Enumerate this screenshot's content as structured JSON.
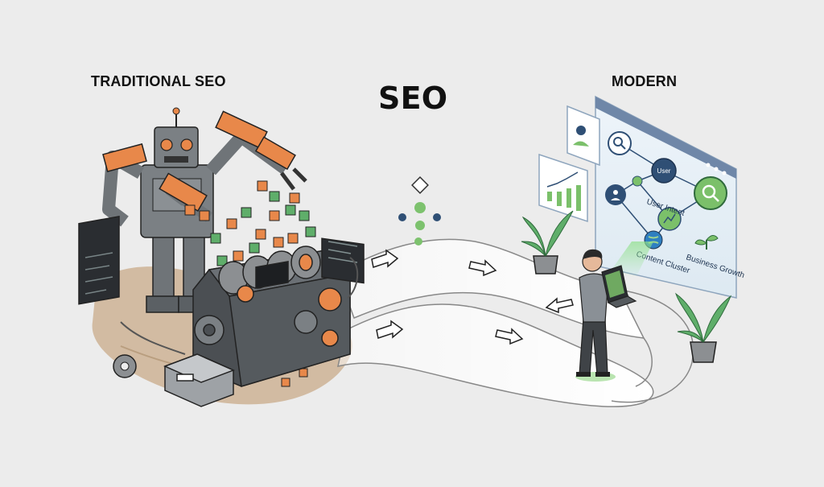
{
  "labels": {
    "left": "TRADITIONAL SEO",
    "center": "SEO",
    "right": "MODERN"
  },
  "diagram": {
    "nodes": {
      "user": "User",
      "user_intent": "User Intent",
      "content_cluster": "Content Cluster",
      "business_growth": "Business Growth"
    }
  },
  "colors": {
    "background": "#ececec",
    "robot_orange": "#e8884a",
    "robot_gray": "#6f7478",
    "cube_green": "#5fae6a",
    "node_navy": "#2f4f75",
    "node_green": "#7bc06a",
    "path_fill": "#ffffff"
  },
  "icons": [
    "robot-icon",
    "gear-icon",
    "monitor-icon",
    "magnifier-icon",
    "plant-icon",
    "laptop-icon",
    "person-icon",
    "chart-icon"
  ]
}
